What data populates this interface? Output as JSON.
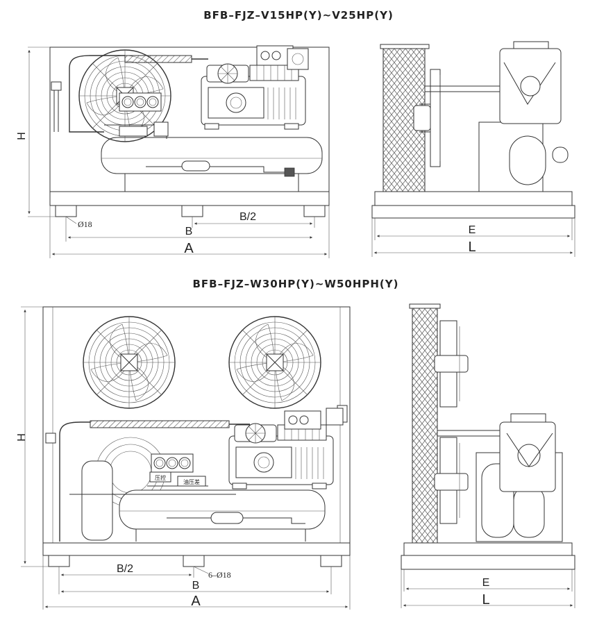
{
  "drawing_1": {
    "title": "BFB–FJZ–V15HP(Y)~V25HP(Y)",
    "dims": {
      "height": "H",
      "hole": "Ø18",
      "half_b": "B/2",
      "b": "B",
      "a": "A",
      "e": "E",
      "l": "L"
    }
  },
  "drawing_2": {
    "title": "BFB–FJZ–W30HP(Y)~W50HPH(Y)",
    "dims": {
      "height": "H",
      "hole": "6–Ø18",
      "half_b": "B/2",
      "b": "B",
      "a": "A",
      "e": "E",
      "l": "L"
    },
    "gauge_labels": {
      "pressure_control": "压控",
      "oil_pressure": "油压差"
    }
  }
}
